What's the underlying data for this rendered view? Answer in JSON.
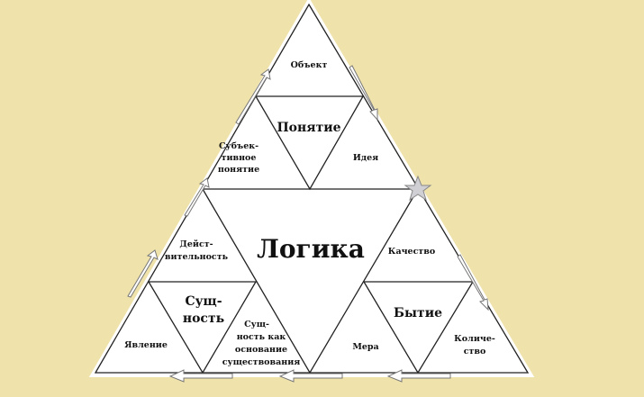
{
  "title": "Логика",
  "concept": {
    "name": "Понятие",
    "top": "Объект",
    "left": [
      "Субъек-",
      "тивное",
      "понятие"
    ],
    "right": "Идея"
  },
  "essence": {
    "name": [
      "Сущ-",
      "ность"
    ],
    "top": [
      "Дейст-",
      "вительность"
    ],
    "left": "Явление",
    "right": [
      "Сущ-",
      "ность как",
      "основание",
      "существования"
    ]
  },
  "being": {
    "name": "Бытие",
    "top": "Качество",
    "left": "Мера",
    "right": [
      "Количе-",
      "ство"
    ]
  },
  "colors": {
    "background": "#efe2ab",
    "fill": "#ffffff",
    "line": "#222222",
    "star": "#cfcfd4"
  },
  "icons": [
    "star-icon",
    "arrow-icon"
  ]
}
